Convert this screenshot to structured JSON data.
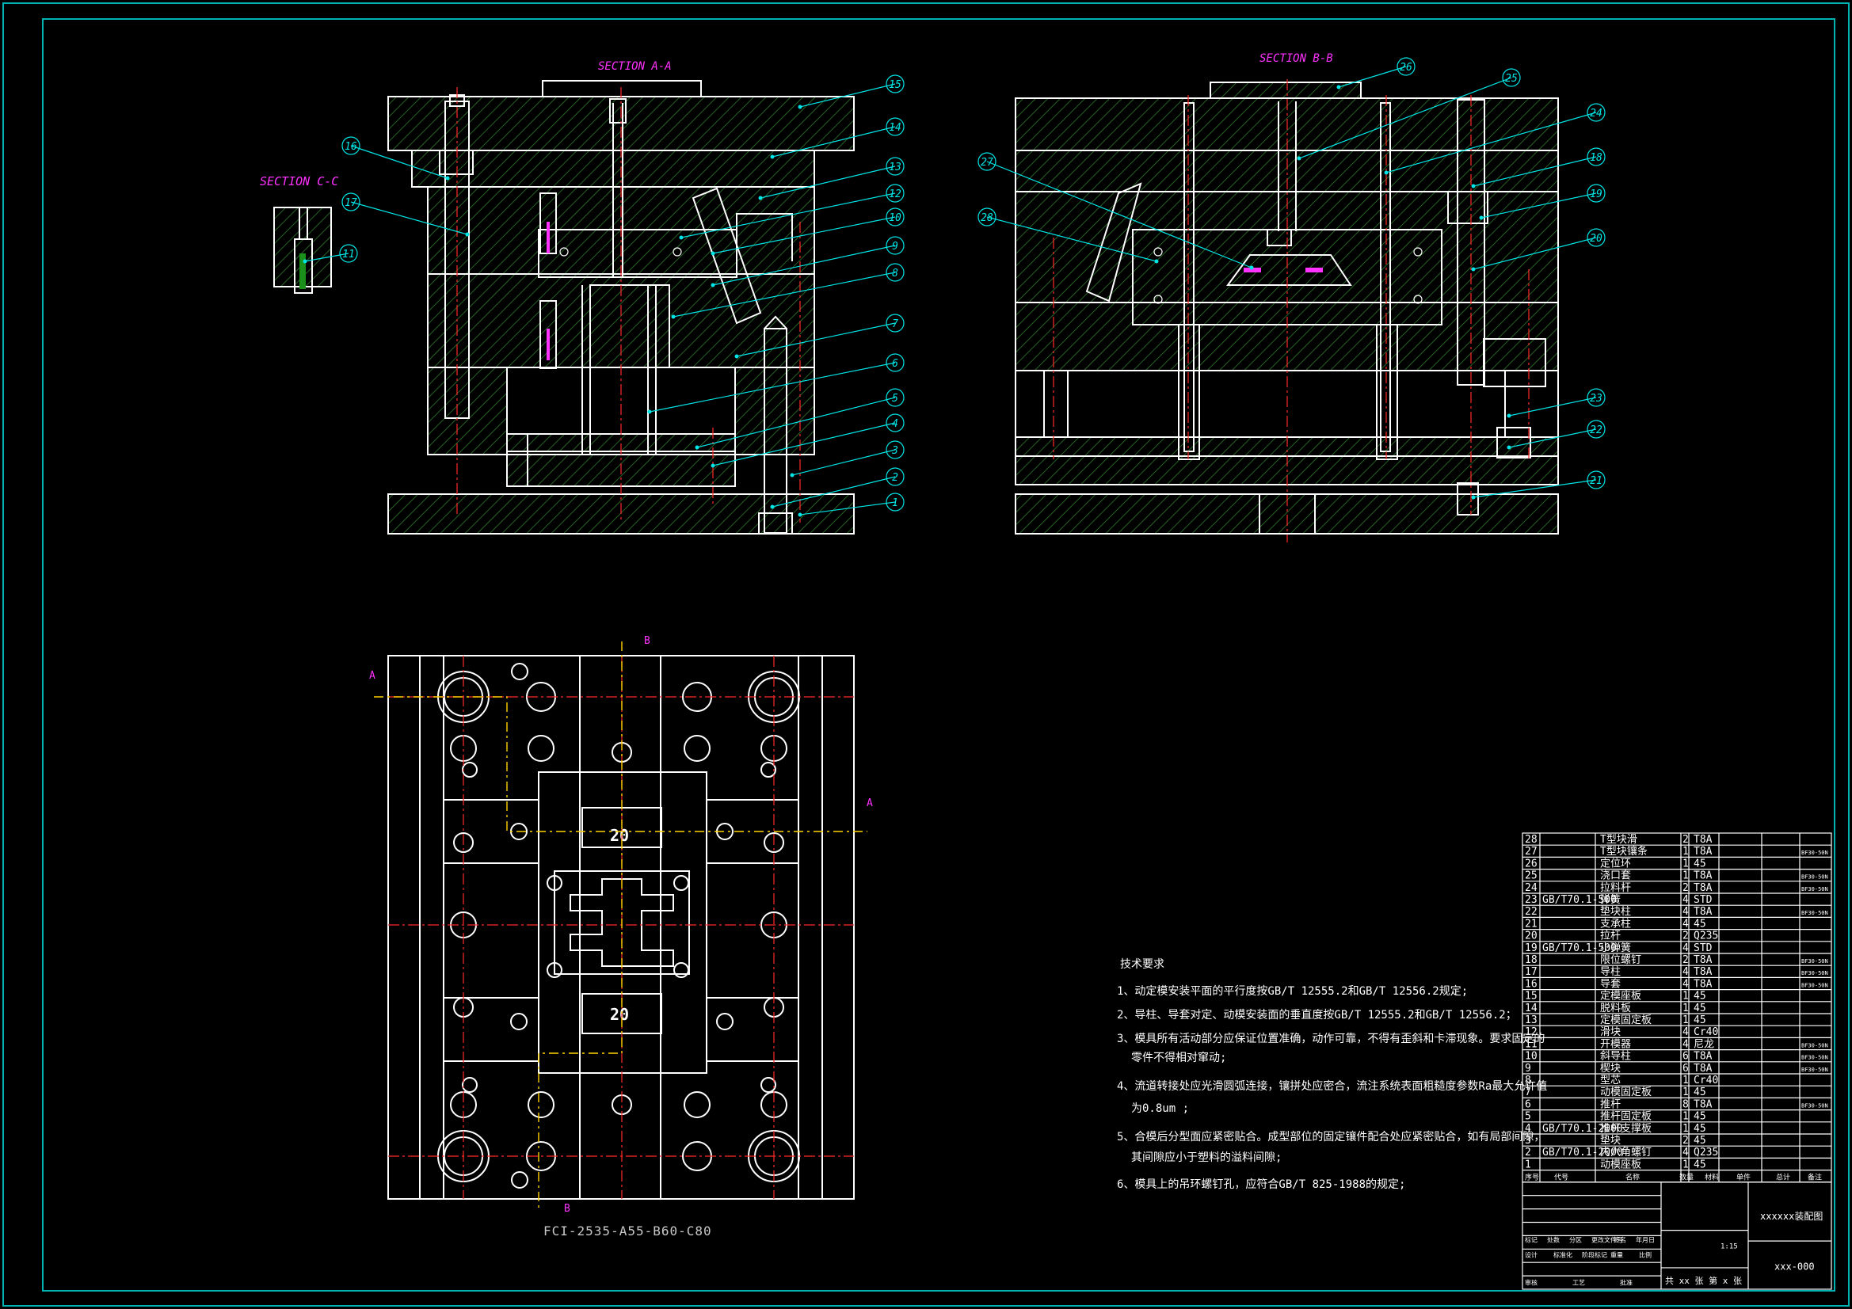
{
  "sections": {
    "aa": "SECTION A-A",
    "bb": "SECTION B-B",
    "cc": "SECTION C-C"
  },
  "callouts": [
    "1",
    "2",
    "3",
    "4",
    "5",
    "6",
    "7",
    "8",
    "9",
    "10",
    "11",
    "12",
    "13",
    "14",
    "15",
    "16",
    "17",
    "18",
    "19",
    "20",
    "21",
    "22",
    "23",
    "24",
    "25",
    "26",
    "27",
    "28"
  ],
  "cut_marks": {
    "a": "A",
    "b": "B"
  },
  "spec_label": "FCI-2535-A55-B60-C80",
  "plan_marks": {
    "top": "20",
    "bottom": "20"
  },
  "notes": {
    "title": "技术要求",
    "lines": [
      "1、动定模安装平面的平行度按GB/T 12555.2和GB/T 12556.2规定;",
      "2、导柱、导套对定、动模安装面的垂直度按GB/T 12555.2和GB/T 12556.2；",
      "3、模具所有活动部分应保证位置准确，动作可靠，不得有歪斜和卡滞现象。要求固定的",
      "零件不得相对窜动;",
      "4、流道转接处应光滑圆弧连接，镶拼处应密合，流注系统表面粗糙度参数Ra最大允许值",
      "为0.8um ;",
      "5、合模后分型面应紧密贴合。成型部位的固定镶件配合处应紧密贴合，如有局部间隙，",
      "其间隙应小于塑料的溢料间隙;",
      "6、模具上的吊环螺钉孔，应符合GB/T 825-1988的规定;"
    ]
  },
  "bom": {
    "rows": [
      [
        "28",
        "",
        "T型块滑",
        "2",
        "T8A",
        ""
      ],
      [
        "27",
        "",
        "T型块镶条",
        "1",
        "T8A",
        "BF30-50N"
      ],
      [
        "26",
        "",
        "定位环",
        "1",
        "45",
        ""
      ],
      [
        "25",
        "",
        "浇口套",
        "1",
        "T8A",
        "BF30-50N"
      ],
      [
        "24",
        "",
        "拉料杆",
        "2",
        "T8A",
        "BF30-50N"
      ],
      [
        "23",
        "GB/T70.1-500",
        "弹簧",
        "4",
        "STD",
        ""
      ],
      [
        "22",
        "",
        "垫块柱",
        "4",
        "T8A",
        "BF30-50N"
      ],
      [
        "21",
        "",
        "支承柱",
        "4",
        "45",
        ""
      ],
      [
        "20",
        "",
        "拉杆",
        "2",
        "Q235",
        ""
      ],
      [
        "19",
        "GB/T70.1-500",
        "小弹簧",
        "4",
        "STD",
        ""
      ],
      [
        "18",
        "",
        "限位螺钉",
        "2",
        "T8A",
        "BF30-50N"
      ],
      [
        "17",
        "",
        "导柱",
        "4",
        "T8A",
        "BF30-50N"
      ],
      [
        "16",
        "",
        "导套",
        "4",
        "T8A",
        "BF30-50N"
      ],
      [
        "15",
        "",
        "定模座板",
        "1",
        "45",
        ""
      ],
      [
        "14",
        "",
        "脱料板",
        "1",
        "45",
        ""
      ],
      [
        "13",
        "",
        "定模固定板",
        "1",
        "45",
        ""
      ],
      [
        "12",
        "",
        "滑块",
        "4",
        "Cr40",
        ""
      ],
      [
        "11",
        "",
        "开模器",
        "4",
        "尼龙",
        "BF30-50N"
      ],
      [
        "10",
        "",
        "斜导柱",
        "6",
        "T8A",
        "BF30-50N"
      ],
      [
        "9",
        "",
        "楔块",
        "6",
        "T8A",
        "BF30-50N"
      ],
      [
        "8",
        "",
        "型芯",
        "1",
        "Cr40",
        ""
      ],
      [
        "7",
        "",
        "动模固定板",
        "1",
        "45",
        ""
      ],
      [
        "6",
        "",
        "推杆",
        "8",
        "T8A",
        "BF30-50N"
      ],
      [
        "5",
        "",
        "推杆固定板",
        "1",
        "45",
        ""
      ],
      [
        "4",
        "GB/T70.1-2000",
        "推杆支撑板",
        "1",
        "45",
        ""
      ],
      [
        "3",
        "",
        "垫块",
        "2",
        "45",
        ""
      ],
      [
        "2",
        "GB/T70.1-2000",
        "内六角螺钉",
        "4",
        "Q235",
        ""
      ],
      [
        "1",
        "",
        "动模座板",
        "1",
        "45",
        ""
      ]
    ],
    "header": [
      "序号",
      "代号",
      "名称",
      "数量",
      "材料",
      "单件",
      "总计",
      "备注"
    ],
    "title": "xxxxxx装配图",
    "scale": "1:15",
    "drawing_no": "xxx-000",
    "sheets": "共 xx 张 第 x 张",
    "label_tags": [
      "标记",
      "处数",
      "分区",
      "更改文件号",
      "签名",
      "年月日"
    ],
    "label_tags2": [
      "设计",
      "标准化",
      "阶段标记",
      "重量",
      "比例"
    ],
    "label_tags3": [
      "审核",
      "工艺",
      "批准"
    ]
  }
}
